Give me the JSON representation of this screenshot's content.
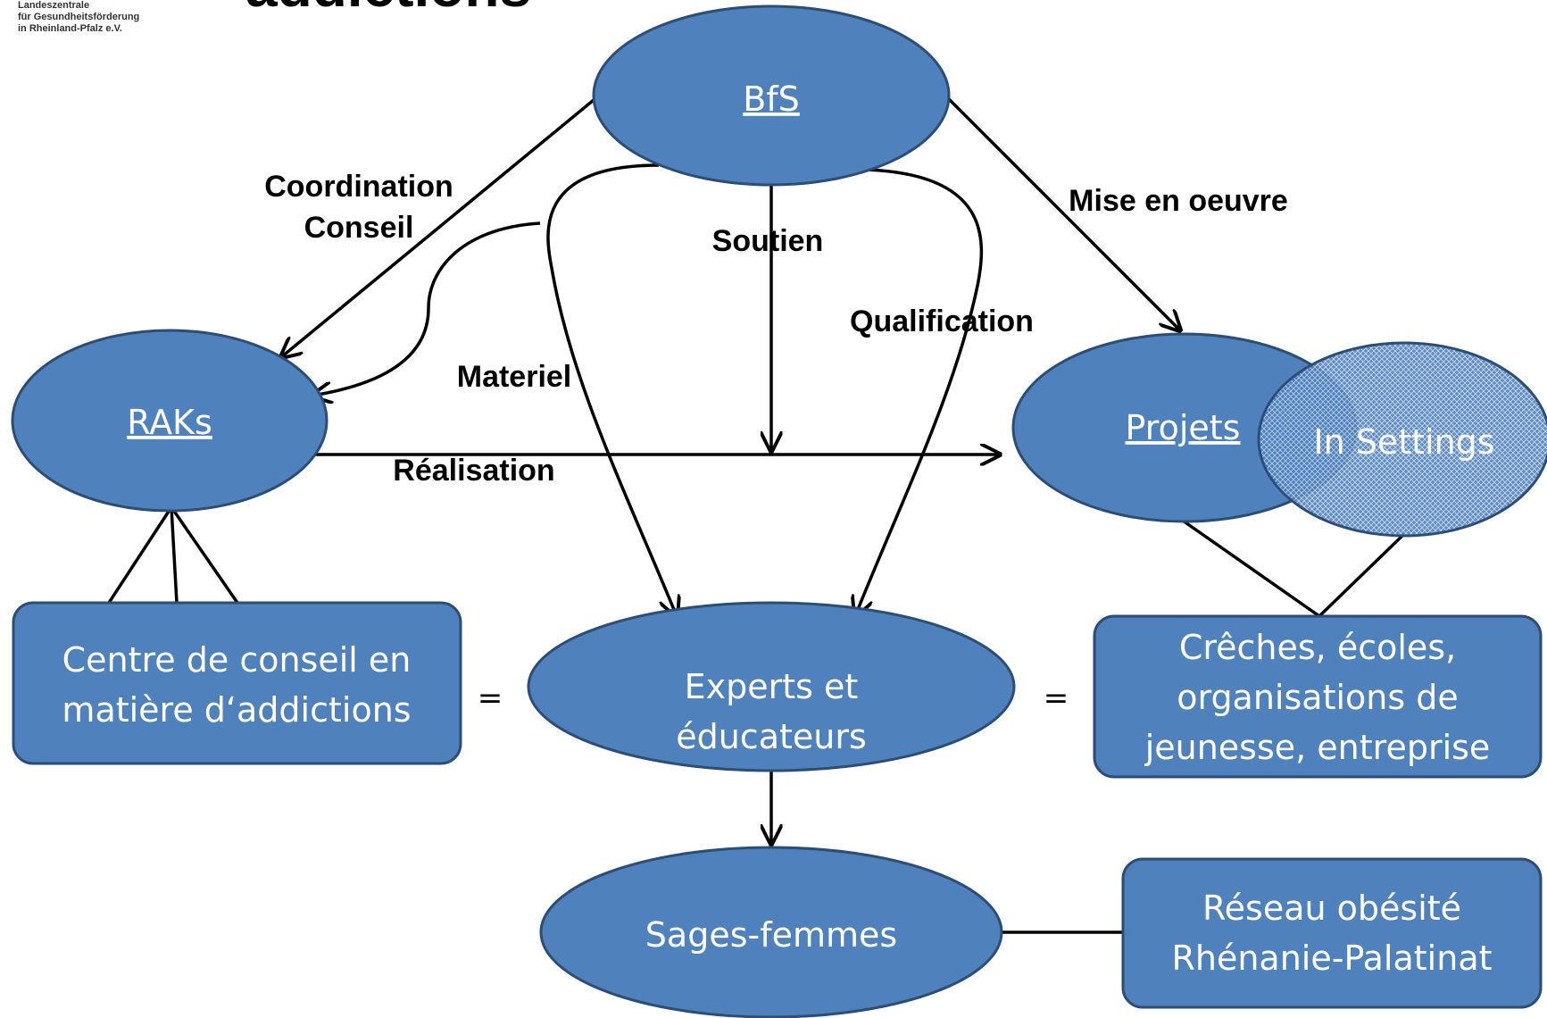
{
  "header": {
    "title": "addictions",
    "org_line1": "Landeszentrale",
    "org_line2": "für Gesundheitsförderung",
    "org_line3": "in Rheinland-Pfalz e.V."
  },
  "colors": {
    "node_fill": "#4f81bd",
    "node_stroke": "#2c4d75",
    "edge": "#000000",
    "hatch": "#c6d7ee"
  },
  "nodes": {
    "bfs": "BfS",
    "raks": "RAKs",
    "projets": "Projets",
    "settings": "In Settings",
    "centre_line1": "Centre de conseil en",
    "centre_line2": "matière d‘addictions",
    "experts_line1": "Experts et",
    "experts_line2": "éducateurs",
    "creches_line1": "Crêches, écoles,",
    "creches_line2": "organisations de",
    "creches_line3": "jeunesse, entreprise",
    "sages": "Sages-femmes",
    "reseau_line1": "Réseau obésité",
    "reseau_line2": "Rhénanie-Palatinat"
  },
  "edges": {
    "coordination": "Coordination",
    "conseil": "Conseil",
    "soutien": "Soutien",
    "mise_en_oeuvre": "Mise en oeuvre",
    "qualification": "Qualification",
    "materiel": "Materiel",
    "realisation": "Réalisation",
    "equals_left": "=",
    "equals_right": "="
  }
}
